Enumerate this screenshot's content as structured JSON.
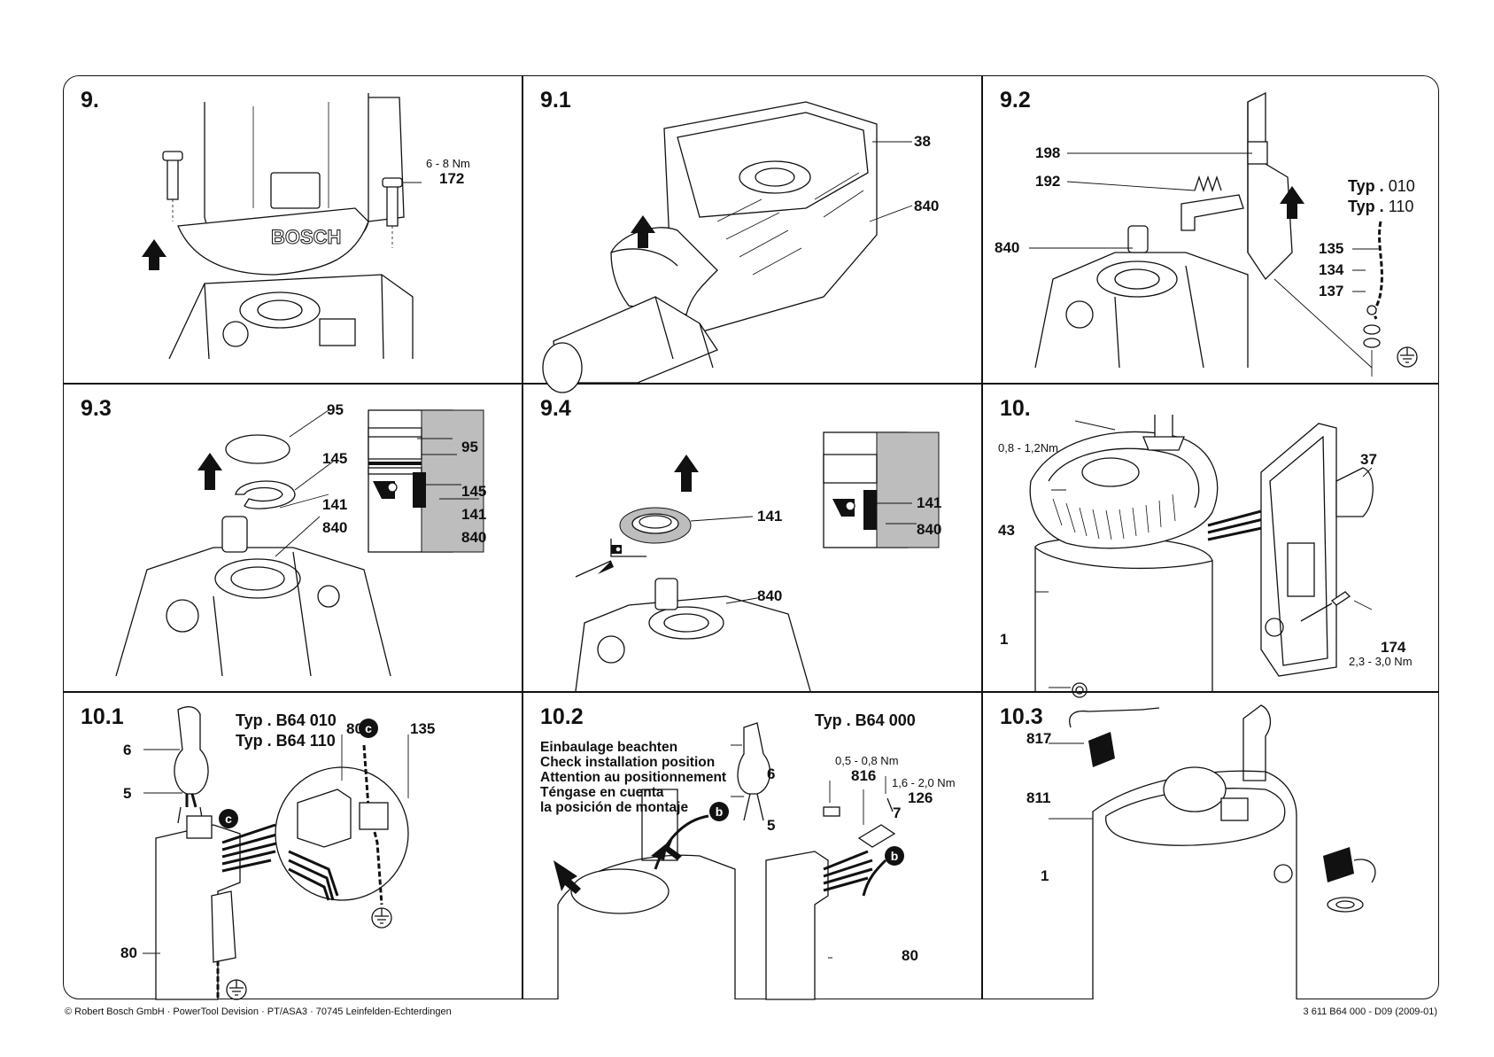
{
  "footer": {
    "left": "© Robert Bosch GmbH · PowerTool Devision · PT/ASA3 · 70745 Leinfelden-Echterdingen",
    "right": "3 611 B64 000 - D09 (2009-01)"
  },
  "panels": {
    "p9": {
      "title": "9.",
      "torque": "6 - 8 Nm",
      "labels": [
        "172"
      ],
      "brand_mark": "BOSCH"
    },
    "p91": {
      "title": "9.1",
      "labels": [
        "38",
        "840"
      ]
    },
    "p92": {
      "title": "9.2",
      "labels": [
        "198",
        "192",
        "840",
        "135",
        "134",
        "137"
      ],
      "typ": [
        {
          "prefix": "Typ .",
          "code": "010"
        },
        {
          "prefix": "Typ .",
          "code": "110"
        }
      ]
    },
    "p93": {
      "title": "9.3",
      "labels": [
        "95",
        "145",
        "141",
        "840",
        "95",
        "145",
        "141",
        "840"
      ]
    },
    "p94": {
      "title": "9.4",
      "labels": [
        "141",
        "840",
        "141",
        "840"
      ]
    },
    "p10": {
      "title": "10.",
      "torque": "0,8 - 1,2Nm",
      "labels": [
        "37",
        "43",
        "1",
        "174"
      ],
      "torque2": "2,3 - 3,0 Nm"
    },
    "p101": {
      "title": "10.1",
      "typ": [
        "Typ . B64 010",
        "Typ . B64 110"
      ],
      "labels": [
        "6",
        "5",
        "80",
        "135",
        "80"
      ],
      "marker": "c"
    },
    "p102": {
      "title": "10.2",
      "typ": [
        "Typ . B64 000"
      ],
      "notes": [
        "Einbaulage beachten",
        "Check installation position",
        "Attention au positionnement",
        "Téngase en cuenta",
        "la posición de montaje"
      ],
      "torque_a": "0,5 - 0,8 Nm",
      "torque_b": "1,6 - 2,0 Nm",
      "labels": [
        "6",
        "816",
        "126",
        "7",
        "5",
        "80"
      ],
      "marker": "b"
    },
    "p103": {
      "title": "10.3",
      "labels": [
        "817",
        "811",
        "1"
      ]
    }
  }
}
